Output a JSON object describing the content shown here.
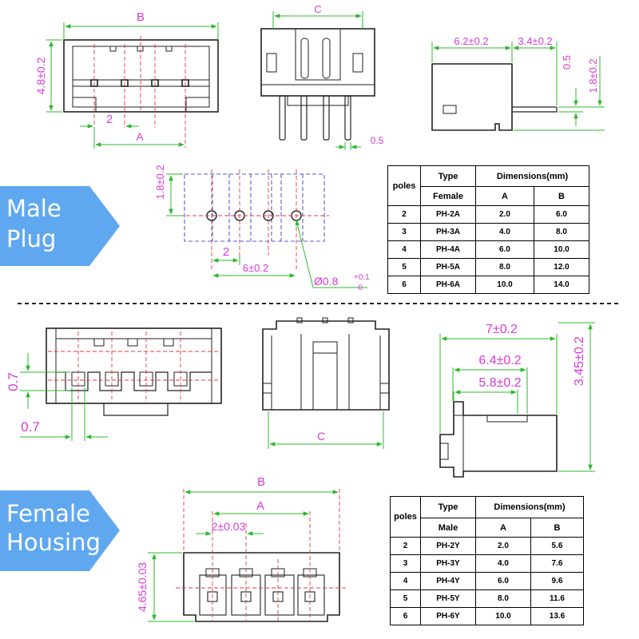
{
  "banners": {
    "male": [
      "Male",
      "Plug"
    ],
    "female": [
      "Female",
      "Housing"
    ]
  },
  "male_table": {
    "col_poles": "poles",
    "col_type": "Type",
    "col_dims": "Dimensions(mm)",
    "sub_type": "Female",
    "sub_a": "A",
    "sub_b": "B",
    "rows": [
      {
        "poles": "2",
        "type": "PH-2A",
        "a": "2.0",
        "b": "6.0"
      },
      {
        "poles": "3",
        "type": "PH-3A",
        "a": "4.0",
        "b": "8.0"
      },
      {
        "poles": "4",
        "type": "PH-4A",
        "a": "6.0",
        "b": "10.0"
      },
      {
        "poles": "5",
        "type": "PH-5A",
        "a": "8.0",
        "b": "12.0"
      },
      {
        "poles": "6",
        "type": "PH-6A",
        "a": "10.0",
        "b": "14.0"
      }
    ]
  },
  "female_table": {
    "col_poles": "poles",
    "col_type": "Type",
    "col_dims": "Dimensions(mm)",
    "sub_type": "Male",
    "sub_a": "A",
    "sub_b": "B",
    "rows": [
      {
        "poles": "2",
        "type": "PH-2Y",
        "a": "2.0",
        "b": "5.6"
      },
      {
        "poles": "3",
        "type": "PH-3Y",
        "a": "4.0",
        "b": "7.6"
      },
      {
        "poles": "4",
        "type": "PH-4Y",
        "a": "6.0",
        "b": "9.6"
      },
      {
        "poles": "5",
        "type": "PH-5Y",
        "a": "8.0",
        "b": "11.6"
      },
      {
        "poles": "6",
        "type": "PH-6Y",
        "a": "10.0",
        "b": "13.6"
      }
    ]
  },
  "dims": {
    "male_front_b": "B",
    "male_front_h": "4.8±0.2",
    "male_front_pitch": "2",
    "male_front_a": "A",
    "male_side_c": "C",
    "male_side_pin": "0.5",
    "male_profile_w1": "6.2±0.2",
    "male_profile_w2": "3.4±0.2",
    "male_profile_h1": "0.5",
    "male_profile_h2": "1.8±0.2",
    "male_pcb_h": "1.8±0.2",
    "male_pcb_pitch": "2",
    "male_pcb_w": "6±0.2",
    "male_pcb_hole": "Ø0.8",
    "male_pcb_hole_tol_up": "+0.1",
    "male_pcb_hole_tol_dn": "-0",
    "fem_front_h": "0.7",
    "fem_front_w": "0.7",
    "fem_side_c": "C",
    "fem_profile_w1": "7±0.2",
    "fem_profile_w2": "6.4±0.2",
    "fem_profile_w3": "5.8±0.2",
    "fem_profile_h": "3.45±0.2",
    "fem_bottom_b": "B",
    "fem_bottom_a": "A",
    "fem_bottom_pitch": "2±0.03",
    "fem_bottom_h": "4.65±0.03"
  },
  "colors": {
    "outline": "#222222",
    "dimension": "#d63ad6",
    "extension": "#2db82d",
    "centerline": "#e23b3b",
    "hidden": "#5a5ad6",
    "banner": "#5fa8f0"
  }
}
